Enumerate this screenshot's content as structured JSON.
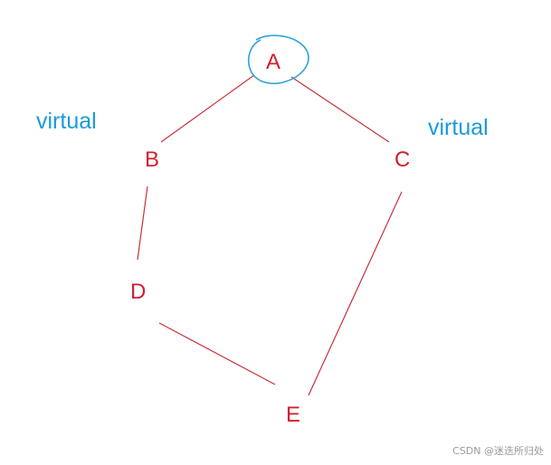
{
  "diagram": {
    "nodes": {
      "a": "A",
      "b": "B",
      "c": "C",
      "d": "D",
      "e": "E"
    },
    "annotations": {
      "left": "virtual",
      "right": "virtual"
    },
    "colors": {
      "node_text": "#d22030",
      "edge": "#c8323c",
      "annotation": "#1a9bd7",
      "circle_mark": "#2ea3d4"
    }
  },
  "watermark": "CSDN @迷迭所归处"
}
